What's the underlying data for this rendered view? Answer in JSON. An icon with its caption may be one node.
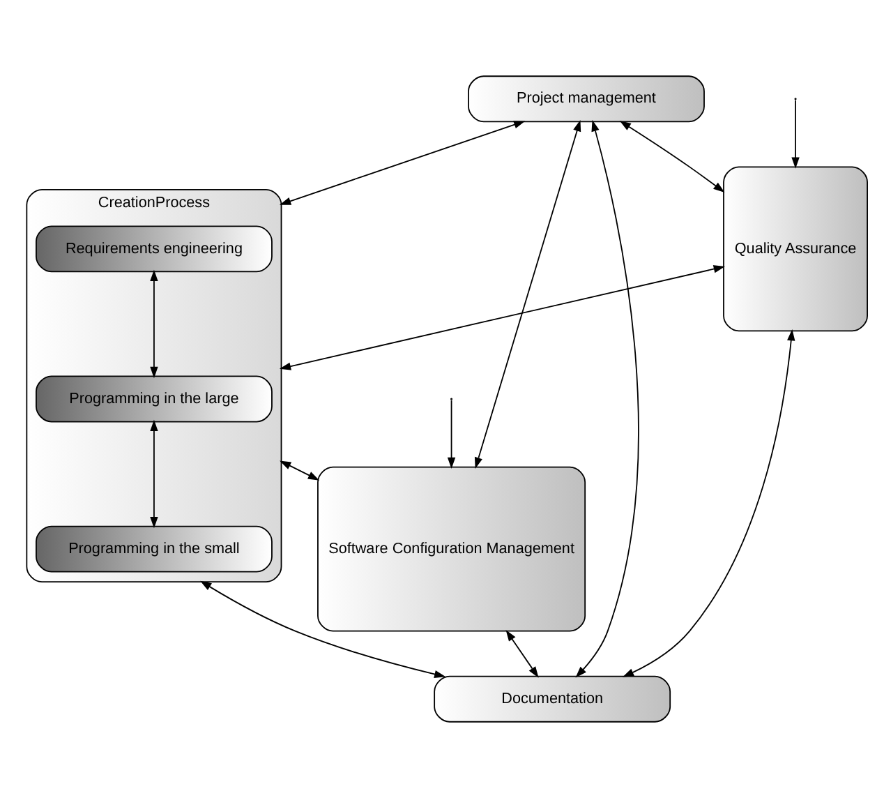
{
  "diagram": {
    "nodes": [
      {
        "text": [
          "Project management"
        ]
      },
      {
        "text": [
          "Software Configuration Management"
        ]
      },
      {
        "text": [
          "CreationProcess"
        ]
      },
      {
        "text": [
          "Requirements engineering"
        ],
        "in": 2
      },
      {
        "text": [
          "Programming in the large"
        ],
        "in": 2
      },
      {
        "text": [
          "Programming in the small"
        ],
        "in": 2
      },
      {
        "text": [
          "Quality Assurance"
        ]
      },
      {
        "text": [
          "Documentation"
        ]
      }
    ],
    "edges": [
      {
        "from": 0,
        "to": 1,
        "arrow": "both"
      },
      {
        "from": 0,
        "to": 6,
        "arrow": "both"
      },
      {
        "from": 0,
        "to": 2,
        "arrow": "both"
      },
      {
        "from": 3,
        "to": 4,
        "arrow": "both"
      },
      {
        "from": 4,
        "to": 5,
        "arrow": "both"
      },
      {
        "from": 1,
        "to": 2,
        "arrow": "both"
      },
      {
        "from": 2,
        "to": 6,
        "arrow": "both"
      },
      {
        "from": 2,
        "to": 7,
        "arrow": "both"
      },
      {
        "from": 1,
        "to": 7,
        "arrow": "both"
      },
      {
        "from": 6,
        "to": 7,
        "arrow": "both"
      },
      {
        "from": 0,
        "to": 7,
        "arrow": "both"
      },
      {
        "from": null,
        "to": 1,
        "arrow": "to"
      },
      {
        "from": null,
        "to": 6,
        "arrow": "to"
      }
    ]
  }
}
